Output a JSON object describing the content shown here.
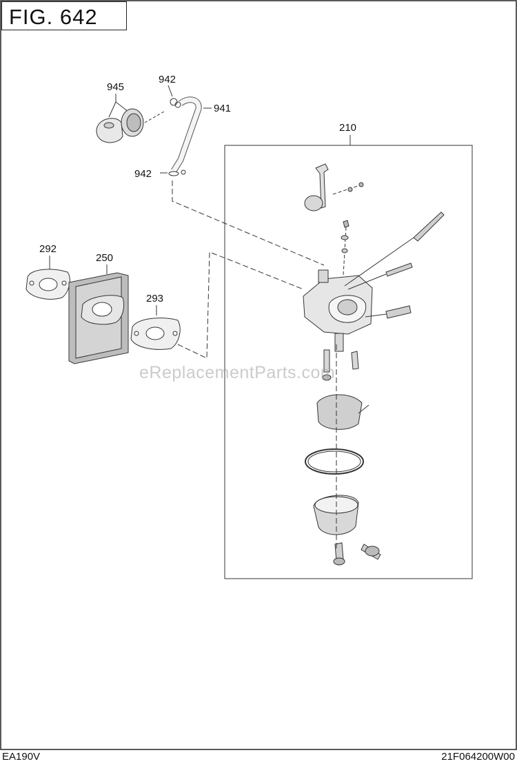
{
  "figure": {
    "title": "FIG. 642"
  },
  "footer": {
    "model": "EA190V",
    "drawing_code": "21F064200W00"
  },
  "watermark": "eReplacementParts.com",
  "callouts": {
    "air_cleaner": "945",
    "clamp_top": "942",
    "breather_pipe": "941",
    "clamp_bottom": "942",
    "carburetor_assembly": "210",
    "gasket_left": "292",
    "insulator": "250",
    "gasket_right": "293"
  }
}
